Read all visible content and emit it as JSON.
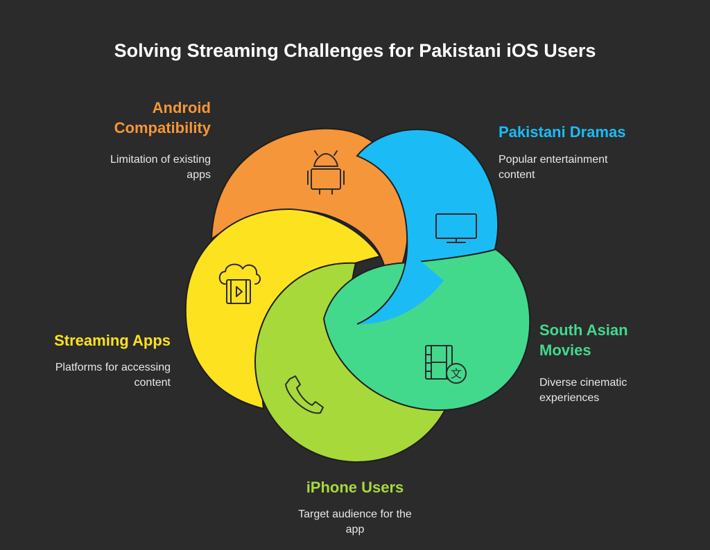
{
  "title": "Solving Streaming Challenges for Pakistani iOS Users",
  "segments": [
    {
      "id": "android",
      "title_line1": "Android",
      "title_line2": "Compatibility",
      "desc_line1": "Limitation of existing",
      "desc_line2": "apps",
      "color": "#f5963a",
      "icon": "android-icon"
    },
    {
      "id": "dramas",
      "title_line1": "Pakistani Dramas",
      "desc_line1": "Popular entertainment",
      "desc_line2": "content",
      "color": "#1bbcf5",
      "icon": "tv-monitor-icon"
    },
    {
      "id": "movies",
      "title_line1": "South Asian",
      "title_line2": "Movies",
      "desc_line1": "Diverse cinematic",
      "desc_line2": "experiences",
      "color": "#43d98d",
      "icon": "film-translate-icon"
    },
    {
      "id": "iphone",
      "title_line1": "iPhone Users",
      "desc_line1": "Target audience for the",
      "desc_line2": "app",
      "color": "#a7d93b",
      "icon": "phone-icon"
    },
    {
      "id": "streaming",
      "title_line1": "Streaming Apps",
      "desc_line1": "Platforms for accessing",
      "desc_line2": "content",
      "color": "#fde21f",
      "icon": "cloud-video-icon"
    }
  ]
}
